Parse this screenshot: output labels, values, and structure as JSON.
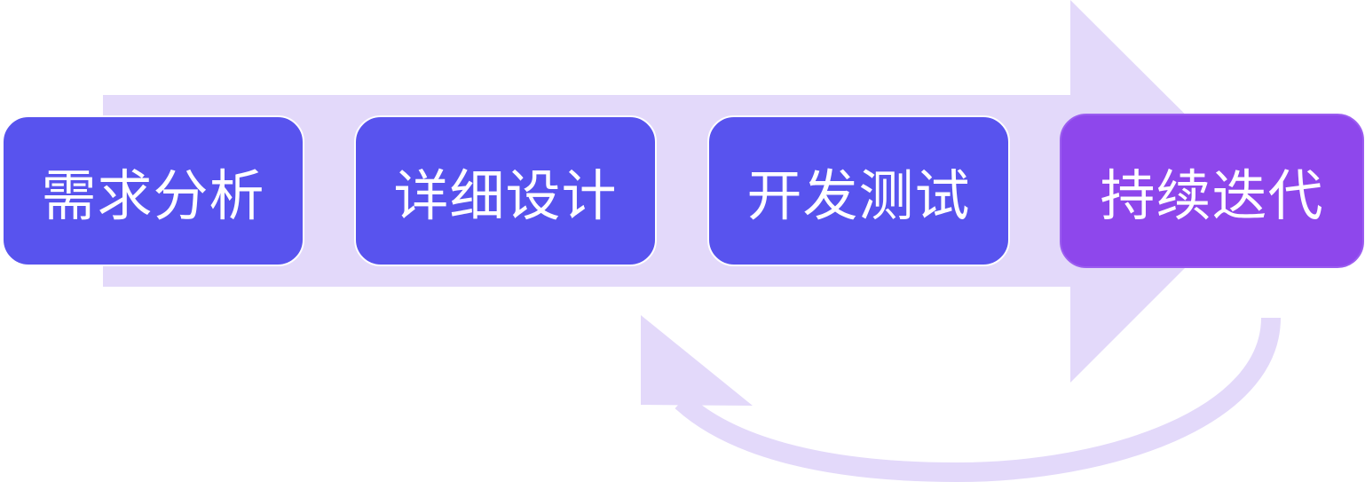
{
  "diagram": {
    "type": "process-flow",
    "colors": {
      "step_blue": "#5853EE",
      "step_purple": "#8E47EC",
      "arrow_fill": "#E3D9FA",
      "text": "#FFFFFF"
    },
    "steps": [
      {
        "label": "需求分析"
      },
      {
        "label": "详细设计"
      },
      {
        "label": "开发测试"
      },
      {
        "label": "持续迭代"
      }
    ],
    "connectors": [
      {
        "name": "main-forward-arrow",
        "from": "需求分析",
        "to": "持续迭代"
      },
      {
        "name": "feedback-loop-arrow",
        "from": "持续迭代",
        "to": "开发测试"
      }
    ]
  }
}
